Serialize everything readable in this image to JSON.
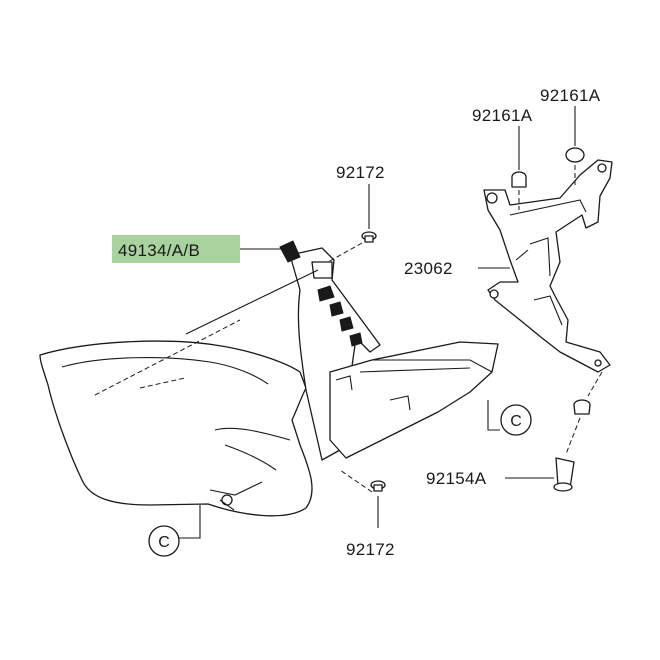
{
  "parts": {
    "p1": {
      "number": "49134/A/B",
      "highlight": "#a9d39e"
    },
    "p2": {
      "number": "92172"
    },
    "p3": {
      "number": "92161A"
    },
    "p4": {
      "number": "92161A"
    },
    "p5": {
      "number": "23062"
    },
    "p6": {
      "number": "92154A"
    },
    "p7": {
      "number": "92172"
    }
  },
  "callouts": {
    "c1": "C",
    "c2": "C"
  },
  "colors": {
    "line": "#1a1a1a",
    "background": "#ffffff",
    "label_highlight": "#a9d39e"
  }
}
